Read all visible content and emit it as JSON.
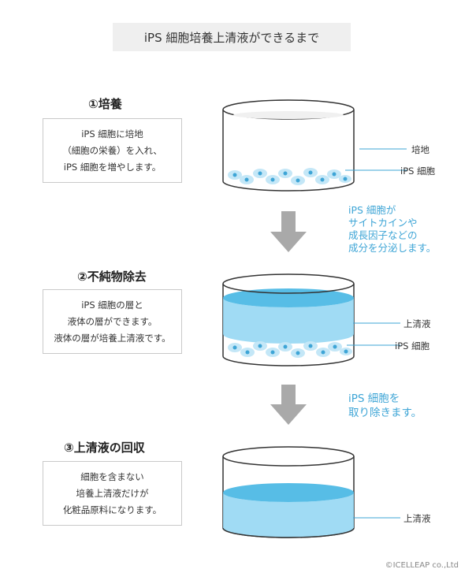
{
  "title": "iPS 細胞培養上清液ができるまで",
  "steps": [
    {
      "heading": "①培養",
      "lines": [
        "iPS 細胞に培地",
        "（細胞の栄養）を入れ、",
        "iPS 細胞を増やします。"
      ]
    },
    {
      "heading": "②不純物除去",
      "lines": [
        "iPS 細胞の層と",
        "液体の層ができます。",
        "液体の層が培養上清液です。"
      ]
    },
    {
      "heading": "③上清液の回収",
      "lines": [
        "細胞を含まない",
        "培養上清液だけが",
        "化粧品原料になります。"
      ]
    }
  ],
  "labels": {
    "medium": "培地",
    "cells1": "iPS 細胞",
    "supernatant1": "上清液",
    "cells2": "iPS 細胞",
    "supernatant2": "上清液"
  },
  "notes": {
    "secretion": [
      "iPS 細胞が",
      "サイトカインや",
      "成長因子などの",
      "成分を分泌します。"
    ],
    "removal": [
      "iPS 細胞を",
      "取り除きます。"
    ]
  },
  "colors": {
    "accent": "#3ea5d6",
    "liquid": "#8fd5f2",
    "arrow": "#a9a9a9"
  },
  "copyright": "©ICELLEAP co.,Ltd"
}
